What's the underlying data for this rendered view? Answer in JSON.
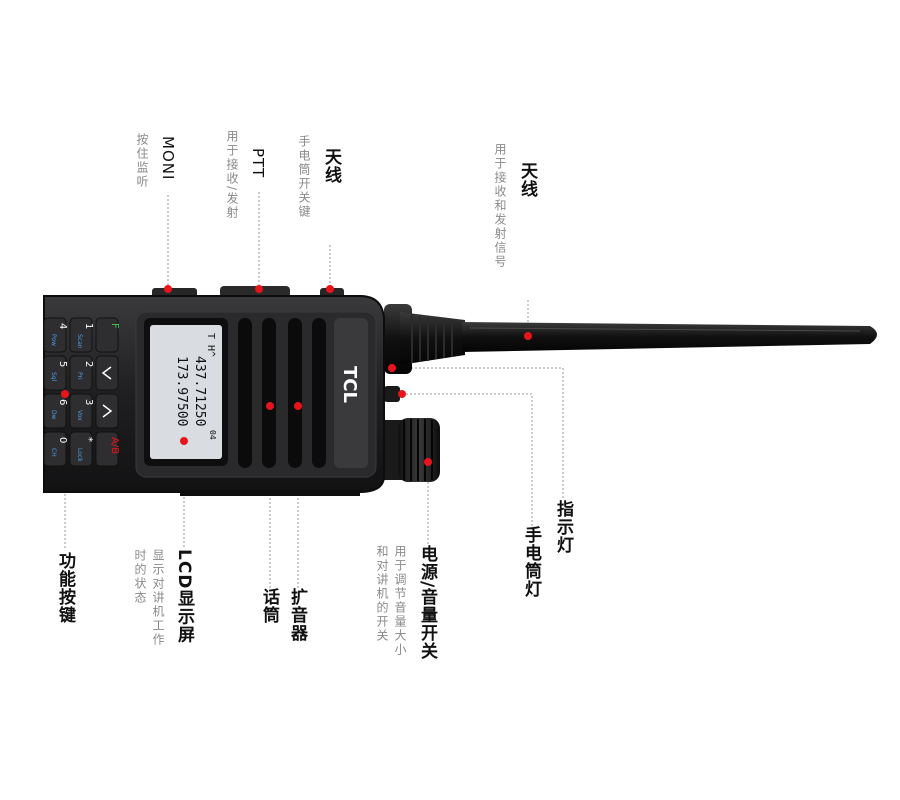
{
  "device": {
    "brand": "TCL",
    "screen": {
      "status": "T H^",
      "freq1": "437.71250",
      "freq2": "173.97500",
      "ch_small": "04"
    },
    "keys": [
      {
        "num": "4",
        "sub": "Pow"
      },
      {
        "num": "5",
        "sub": "Sql"
      },
      {
        "num": "6",
        "sub": "Dw"
      },
      {
        "num": "0",
        "sub": "CH"
      },
      {
        "num": "1",
        "sub": "Scan"
      },
      {
        "num": "2",
        "sub": "Pri"
      },
      {
        "num": "3",
        "sub": "Vox"
      },
      {
        "num": "*",
        "sub": "Lock"
      },
      {
        "num": "F",
        "sub": ""
      },
      {
        "num": "A/B",
        "sub": ""
      }
    ]
  },
  "labels": {
    "moni": {
      "title": "MONI",
      "desc": "按住监听"
    },
    "ptt": {
      "title": "PTT",
      "desc": "用于接收/发射"
    },
    "top_switch": {
      "title": "天线",
      "desc": "手电筒开关键"
    },
    "antenna": {
      "title": "天线",
      "desc": "用于接收和发射信号"
    },
    "indicator": {
      "title": "指示灯"
    },
    "flashlight": {
      "title": "手电筒灯"
    },
    "power": {
      "title": "电源/音量开关",
      "desc1": "用于调节音量大小",
      "desc2": "和对讲机的开关"
    },
    "speaker": {
      "title": "扩音器"
    },
    "mic": {
      "title": "话筒"
    },
    "lcd": {
      "title": "LCD显示屏",
      "desc1": "显示对讲机工作",
      "desc2": "时的状态"
    },
    "keypad": {
      "title": "功能按键"
    }
  },
  "colors": {
    "body": "#1c1c1e",
    "body_edge": "#0c0c0c",
    "lcd": "#d9dce0",
    "marker": "#e8141c",
    "leader": "#9a9a9a"
  }
}
